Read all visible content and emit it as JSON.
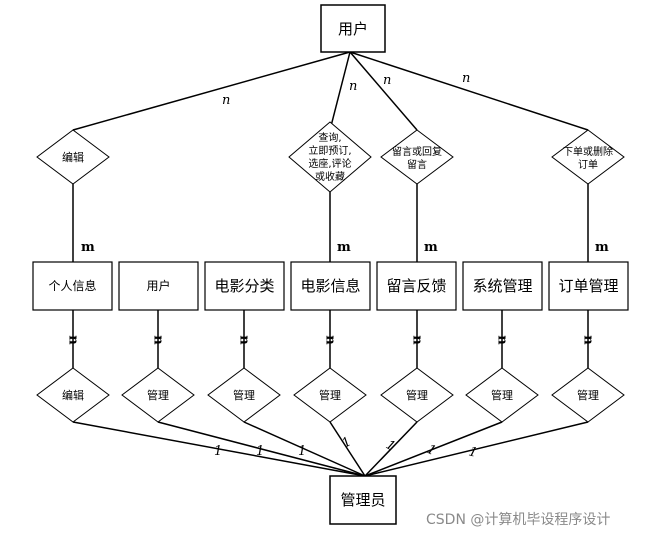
{
  "top_entity": "用户",
  "bottom_entity": "管理员",
  "top_caption": "",
  "watermark": "CSDN @计算机毕设程序设计",
  "user_relations": [
    {
      "label": [
        "编辑"
      ],
      "card_top": "n",
      "card_bottom": "m"
    },
    {
      "label": [
        "查询,",
        "立即预订,",
        "选座,评论",
        "或收藏"
      ],
      "card_top": "n",
      "card_bottom": "m"
    },
    {
      "label": [
        "留言或回复",
        "留言"
      ],
      "card_top": "n",
      "card_bottom": "m"
    },
    {
      "label": [
        "下单或删除",
        "订单"
      ],
      "card_top": "n",
      "card_bottom": "m"
    }
  ],
  "entities": [
    "个人信息",
    "用户",
    "电影分类",
    "电影信息",
    "留言反馈",
    "系统管理",
    "订单管理"
  ],
  "admin_relations": [
    {
      "label": "编辑",
      "card_top": "n",
      "card_bottom": "1"
    },
    {
      "label": "管理",
      "card_top": "n",
      "card_bottom": "1"
    },
    {
      "label": "管理",
      "card_top": "n",
      "card_bottom": "1"
    },
    {
      "label": "管理",
      "card_top": "n",
      "card_bottom": "1"
    },
    {
      "label": "管理",
      "card_top": "n",
      "card_bottom": "1"
    },
    {
      "label": "管理",
      "card_top": "n",
      "card_bottom": "1"
    },
    {
      "label": "管理",
      "card_top": "n",
      "card_bottom": "1"
    }
  ]
}
